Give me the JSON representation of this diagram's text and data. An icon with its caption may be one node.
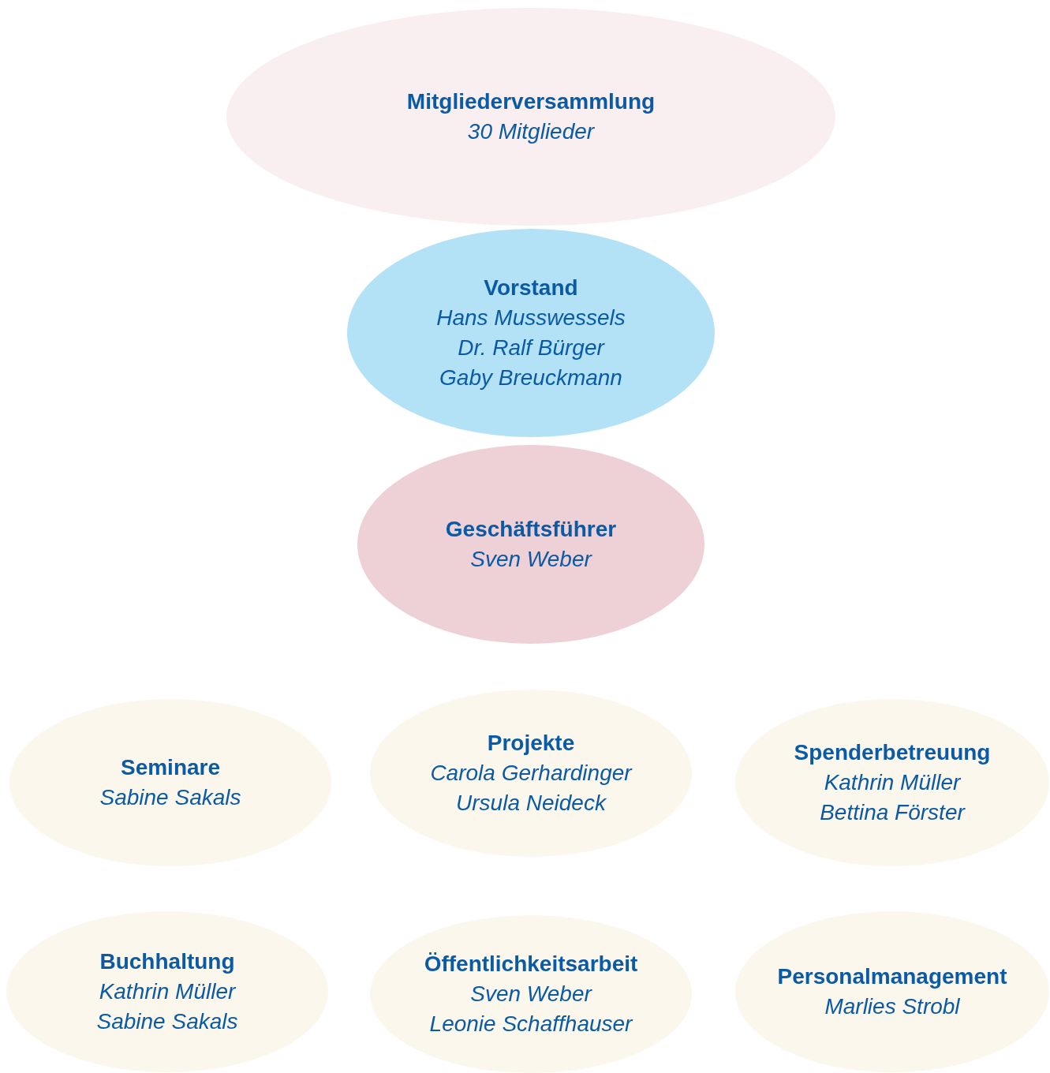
{
  "diagram": {
    "nodes": [
      {
        "text": [
          "Mitgliederversammlung",
          "30 Mitglieder"
        ]
      },
      {
        "text": [
          "Vorstand",
          "Hans Musswessels",
          "Dr. Ralf Bürger",
          "Gaby Breuckmann"
        ]
      },
      {
        "text": [
          "Geschäftsführer",
          "Sven Weber"
        ]
      },
      {
        "text": [
          "Seminare",
          "Sabine Sakals"
        ]
      },
      {
        "text": [
          "Projekte",
          "Carola Gerhardinger",
          "Ursula Neideck"
        ]
      },
      {
        "text": [
          "Spenderbetreuung",
          "Kathrin Müller",
          "Bettina Förster"
        ]
      },
      {
        "text": [
          "Buchhaltung",
          "Kathrin Müller",
          "Sabine Sakals"
        ]
      },
      {
        "text": [
          "Öffentlichkeitsarbeit",
          "Sven Weber",
          "Leonie Schaffhauser"
        ]
      },
      {
        "text": [
          "Personalmanagement",
          "Marlies Strobl"
        ]
      }
    ],
    "edges": []
  }
}
